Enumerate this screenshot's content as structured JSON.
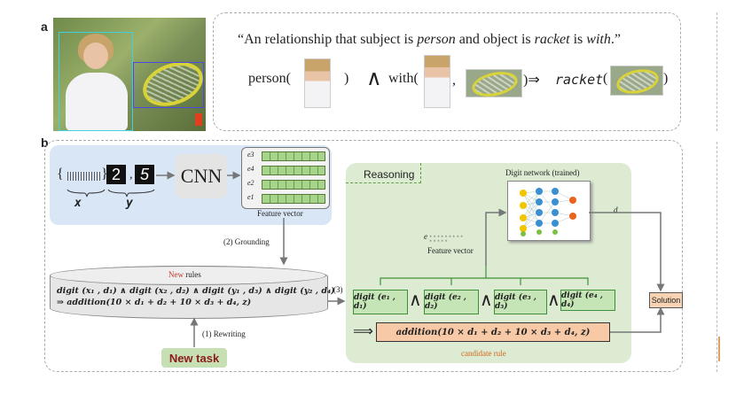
{
  "panel_a": {
    "label": "a",
    "quote": "“An relationship that subject is ",
    "quote_person": "person",
    "quote_mid": " and object is ",
    "quote_racket": "racket",
    "quote_mid2": " is ",
    "quote_with": "with",
    "quote_end": ".”",
    "person_fn": "person(",
    "close_paren": ")",
    "and_symbol": "∧",
    "with_fn": "with(",
    "comma": ",",
    "implies": ")⇒",
    "racket_fn": "racket",
    "open_paren": "(",
    "close_paren2": ")"
  },
  "panel_b": {
    "label": "b",
    "input_x_label": "x",
    "input_y_label": "y",
    "digit_1": "2",
    "digit_2": "5",
    "cnn_label": "CNN",
    "feature_rows": [
      "e3",
      "e4",
      "e2",
      "e1"
    ],
    "feature_caption": "Feature vector",
    "grounding_label": "(2) Grounding",
    "rules_new": "New",
    "rules_suffix": " rules",
    "rule_line1": "digit (x₁ , d₁) ∧ digit (x₂ , d₂) ∧ digit (y₁ , d₃) ∧ digit (y₂ , d₄)",
    "rule_line2": "⇒ addition(10 × d₁ + d₂ + 10 × d₃ + d₄, z)",
    "rewriting_label": "(1) Rewriting",
    "new_task_label": "New task",
    "step3_label": "(3)",
    "reasoning_label": "Reasoning",
    "digit_network_label": "Digit network (trained)",
    "d_label": "d",
    "feature_caption2": "Feature vector",
    "digit_boxes": [
      "digit (e₁ , d₁)",
      "digit (e₂ , d₂)",
      "digit (e₃ , d₃)",
      "digit (e₄ , d₄)"
    ],
    "and_symbol": "∧",
    "candidate_arrow": "⟹",
    "candidate_rule": "addition(10 × d₁ + d₂ + 10 × d₃ + d₄, z)",
    "candidate_caption": "candidate rule",
    "solution_label": "Solution"
  },
  "colors": {
    "blue_panel": "#d9e6f5",
    "green_panel": "#dcebd2",
    "new_red": "#c0392b",
    "candidate_orange": "#d2691e"
  }
}
